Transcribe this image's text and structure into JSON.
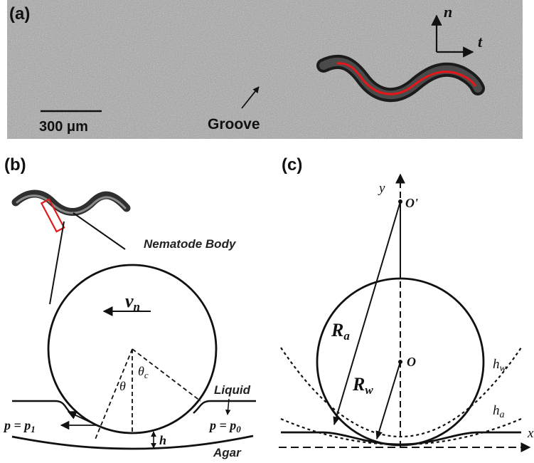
{
  "panel_a": {
    "label": "(a)",
    "axis_n": "n",
    "axis_t": "t",
    "scale_bar": "300 μm",
    "groove": "Groove"
  },
  "panel_b": {
    "label": "(b)",
    "body_label": "Nematode Body",
    "velocity_v": "v",
    "velocity_sub": "n",
    "theta": "θ",
    "theta_c": "θ",
    "theta_c_sub": "c",
    "liquid": "Liquid",
    "agar": "Agar",
    "p1": "p = p",
    "p1_sub": "1",
    "p0": "p = p",
    "p0_sub": "0",
    "h": "h"
  },
  "panel_c": {
    "label": "(c)",
    "axis_y": "y",
    "axis_x": "x",
    "o_prime": "O'",
    "o": "O",
    "Ra": "R",
    "Ra_sub": "a",
    "Rw": "R",
    "Rw_sub": "w",
    "hw": "h",
    "hw_sub": "w",
    "ha": "h",
    "ha_sub": "a"
  },
  "colors": {
    "worm_centerline": "#e0181c",
    "photo_bg": "#9b9b9b",
    "ink": "#111111",
    "box_outline": "#e01a1a"
  }
}
